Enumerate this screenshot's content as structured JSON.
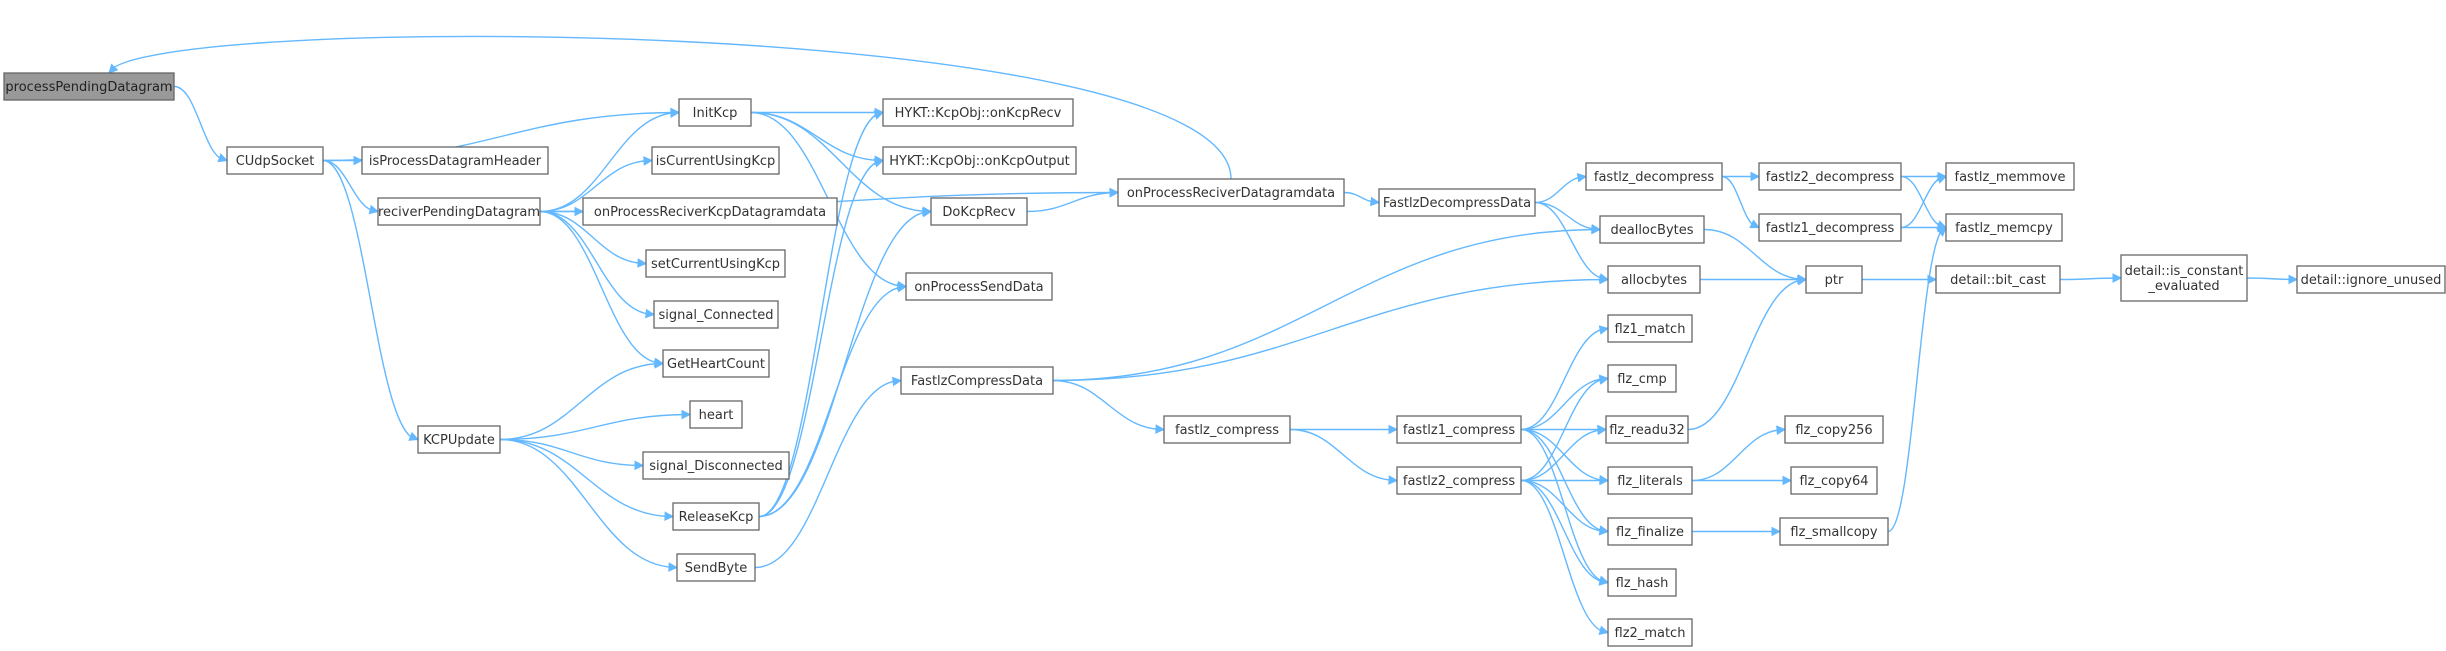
{
  "diagram": {
    "type": "call-graph",
    "nodes": [
      {
        "id": "processPendingDatagram",
        "label": "processPendingDatagram",
        "root": true
      },
      {
        "id": "CUdpSocket",
        "label": "CUdpSocket"
      },
      {
        "id": "isProcessDatagramHeader",
        "label": "isProcessDatagramHeader"
      },
      {
        "id": "reciverPendingDatagram",
        "label": "reciverPendingDatagram"
      },
      {
        "id": "KCPUpdate",
        "label": "KCPUpdate"
      },
      {
        "id": "InitKcp",
        "label": "InitKcp"
      },
      {
        "id": "isCurrentUsingKcp",
        "label": "isCurrentUsingKcp"
      },
      {
        "id": "onProcessReciverKcpDatagramdata",
        "label": "onProcessReciverKcpDatagramdata"
      },
      {
        "id": "setCurrentUsingKcp",
        "label": "setCurrentUsingKcp"
      },
      {
        "id": "signal_Connected",
        "label": "signal_Connected"
      },
      {
        "id": "GetHeartCount",
        "label": "GetHeartCount"
      },
      {
        "id": "heart",
        "label": "heart"
      },
      {
        "id": "signal_Disconnected",
        "label": "signal_Disconnected"
      },
      {
        "id": "ReleaseKcp",
        "label": "ReleaseKcp"
      },
      {
        "id": "SendByte",
        "label": "SendByte"
      },
      {
        "id": "onKcpRecv",
        "label": "HYKT::KcpObj::onKcpRecv"
      },
      {
        "id": "onKcpOutput",
        "label": "HYKT::KcpObj::onKcpOutput"
      },
      {
        "id": "DoKcpRecv",
        "label": "DoKcpRecv"
      },
      {
        "id": "onProcessSendData",
        "label": "onProcessSendData"
      },
      {
        "id": "FastlzCompressData",
        "label": "FastlzCompressData"
      },
      {
        "id": "onProcessReciverDatagramdata",
        "label": "onProcessReciverDatagramdata"
      },
      {
        "id": "FastlzDecompressData",
        "label": "FastlzDecompressData"
      },
      {
        "id": "fastlz_decompress",
        "label": "fastlz_decompress"
      },
      {
        "id": "fastlz2_decompress",
        "label": "fastlz2_decompress"
      },
      {
        "id": "fastlz1_decompress",
        "label": "fastlz1_decompress"
      },
      {
        "id": "fastlz_memmove",
        "label": "fastlz_memmove"
      },
      {
        "id": "fastlz_memcpy",
        "label": "fastlz_memcpy"
      },
      {
        "id": "deallocBytes",
        "label": "deallocBytes"
      },
      {
        "id": "allocbytes",
        "label": "allocbytes"
      },
      {
        "id": "ptr",
        "label": "ptr"
      },
      {
        "id": "bit_cast",
        "label": "detail::bit_cast"
      },
      {
        "id": "is_constant_evaluated",
        "label": "detail::is_constant\n_evaluated"
      },
      {
        "id": "ignore_unused",
        "label": "detail::ignore_unused"
      },
      {
        "id": "fastlz_compress",
        "label": "fastlz_compress"
      },
      {
        "id": "fastlz1_compress",
        "label": "fastlz1_compress"
      },
      {
        "id": "fastlz2_compress",
        "label": "fastlz2_compress"
      },
      {
        "id": "flz1_match",
        "label": "flz1_match"
      },
      {
        "id": "flz_cmp",
        "label": "flz_cmp"
      },
      {
        "id": "flz_readu32",
        "label": "flz_readu32"
      },
      {
        "id": "flz_literals",
        "label": "flz_literals"
      },
      {
        "id": "flz_finalize",
        "label": "flz_finalize"
      },
      {
        "id": "flz_hash",
        "label": "flz_hash"
      },
      {
        "id": "flz2_match",
        "label": "flz2_match"
      },
      {
        "id": "flz_copy256",
        "label": "flz_copy256"
      },
      {
        "id": "flz_copy64",
        "label": "flz_copy64"
      },
      {
        "id": "flz_smallcopy",
        "label": "flz_smallcopy"
      }
    ],
    "edges": [
      [
        "CUdpSocket",
        "isProcessDatagramHeader"
      ],
      [
        "CUdpSocket",
        "reciverPendingDatagram"
      ],
      [
        "CUdpSocket",
        "KCPUpdate"
      ],
      [
        "CUdpSocket",
        "InitKcp"
      ],
      [
        "processPendingDatagram",
        "CUdpSocket"
      ],
      [
        "onProcessReciverDatagramdata",
        "processPendingDatagram"
      ],
      [
        "reciverPendingDatagram",
        "InitKcp"
      ],
      [
        "reciverPendingDatagram",
        "isCurrentUsingKcp"
      ],
      [
        "reciverPendingDatagram",
        "onProcessReciverKcpDatagramdata"
      ],
      [
        "reciverPendingDatagram",
        "setCurrentUsingKcp"
      ],
      [
        "reciverPendingDatagram",
        "signal_Connected"
      ],
      [
        "reciverPendingDatagram",
        "GetHeartCount"
      ],
      [
        "reciverPendingDatagram",
        "onProcessReciverDatagramdata"
      ],
      [
        "KCPUpdate",
        "GetHeartCount"
      ],
      [
        "KCPUpdate",
        "heart"
      ],
      [
        "KCPUpdate",
        "signal_Disconnected"
      ],
      [
        "KCPUpdate",
        "ReleaseKcp"
      ],
      [
        "KCPUpdate",
        "SendByte"
      ],
      [
        "InitKcp",
        "onKcpRecv"
      ],
      [
        "InitKcp",
        "onKcpOutput"
      ],
      [
        "InitKcp",
        "DoKcpRecv"
      ],
      [
        "InitKcp",
        "onProcessSendData"
      ],
      [
        "ReleaseKcp",
        "onKcpRecv"
      ],
      [
        "ReleaseKcp",
        "onKcpOutput"
      ],
      [
        "ReleaseKcp",
        "DoKcpRecv"
      ],
      [
        "ReleaseKcp",
        "onProcessSendData"
      ],
      [
        "SendByte",
        "FastlzCompressData"
      ],
      [
        "DoKcpRecv",
        "onProcessReciverDatagramdata"
      ],
      [
        "onProcessReciverDatagramdata",
        "FastlzDecompressData"
      ],
      [
        "FastlzDecompressData",
        "fastlz_decompress"
      ],
      [
        "FastlzDecompressData",
        "deallocBytes"
      ],
      [
        "FastlzDecompressData",
        "allocbytes"
      ],
      [
        "fastlz_decompress",
        "fastlz2_decompress"
      ],
      [
        "fastlz_decompress",
        "fastlz1_decompress"
      ],
      [
        "fastlz2_decompress",
        "fastlz_memmove"
      ],
      [
        "fastlz2_decompress",
        "fastlz_memcpy"
      ],
      [
        "fastlz1_decompress",
        "fastlz_memmove"
      ],
      [
        "fastlz1_decompress",
        "fastlz_memcpy"
      ],
      [
        "deallocBytes",
        "ptr"
      ],
      [
        "allocbytes",
        "ptr"
      ],
      [
        "ptr",
        "bit_cast"
      ],
      [
        "bit_cast",
        "is_constant_evaluated"
      ],
      [
        "is_constant_evaluated",
        "ignore_unused"
      ],
      [
        "FastlzCompressData",
        "deallocBytes"
      ],
      [
        "FastlzCompressData",
        "allocbytes"
      ],
      [
        "FastlzCompressData",
        "fastlz_compress"
      ],
      [
        "fastlz_compress",
        "fastlz1_compress"
      ],
      [
        "fastlz_compress",
        "fastlz2_compress"
      ],
      [
        "fastlz1_compress",
        "flz1_match"
      ],
      [
        "fastlz1_compress",
        "flz_cmp"
      ],
      [
        "fastlz1_compress",
        "flz_readu32"
      ],
      [
        "fastlz1_compress",
        "flz_literals"
      ],
      [
        "fastlz1_compress",
        "flz_finalize"
      ],
      [
        "fastlz1_compress",
        "flz_hash"
      ],
      [
        "fastlz2_compress",
        "flz_cmp"
      ],
      [
        "fastlz2_compress",
        "flz_readu32"
      ],
      [
        "fastlz2_compress",
        "flz_literals"
      ],
      [
        "fastlz2_compress",
        "flz_finalize"
      ],
      [
        "fastlz2_compress",
        "flz_hash"
      ],
      [
        "fastlz2_compress",
        "flz2_match"
      ],
      [
        "flz_readu32",
        "ptr"
      ],
      [
        "flz_literals",
        "flz_copy256"
      ],
      [
        "flz_literals",
        "flz_copy64"
      ],
      [
        "flz_finalize",
        "flz_smallcopy"
      ],
      [
        "flz_smallcopy",
        "fastlz_memcpy"
      ]
    ]
  }
}
